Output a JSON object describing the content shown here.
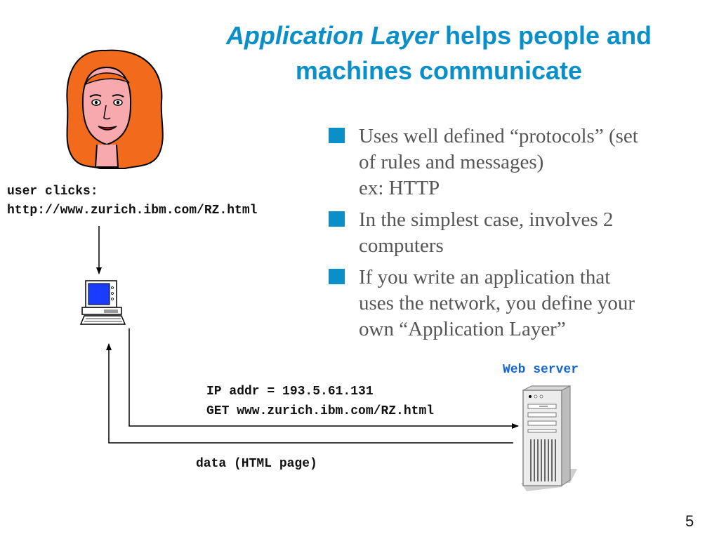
{
  "slide": {
    "title_italic": "Application Layer",
    "title_rest": " helps people and machines communicate",
    "bullets": [
      {
        "lines": [
          "Uses well defined “protocols” (set",
          "of rules and messages)",
          "ex: HTTP"
        ]
      },
      {
        "lines": [
          "In the simplest case, involves 2",
          "computers"
        ]
      },
      {
        "lines": [
          "If you write an application that",
          "uses the network, you define your",
          "own “Application Layer”"
        ]
      }
    ],
    "user_label": "user clicks:",
    "url": "http://www.zurich.ibm.com/RZ.html",
    "server_label": "Web server",
    "request_line1": "IP addr = 193.5.61.131",
    "request_line2": "GET www.zurich.ibm.com/RZ.html",
    "response_label": "data (HTML page)",
    "page_number": "5",
    "colors": {
      "title": "#0a8fc9",
      "bullet_square": "#0a8fc9",
      "server_label": "#1565d8",
      "monitor_screen": "#1a3cff",
      "hair": "#f26a1b"
    },
    "icons": [
      "woman-face-icon",
      "desktop-computer-icon",
      "server-tower-icon"
    ]
  }
}
